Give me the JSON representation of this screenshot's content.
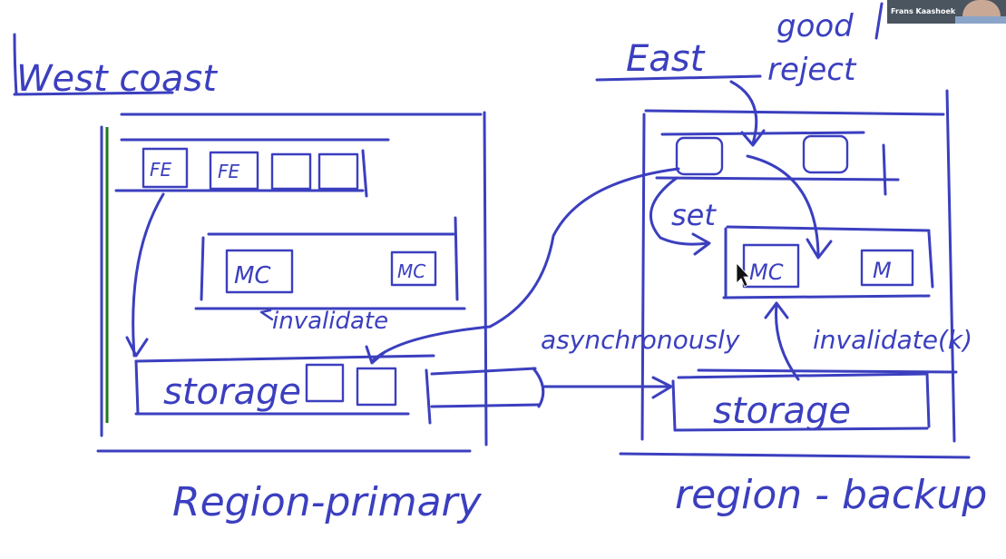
{
  "video": {
    "participant_name": "Frans Kaashoek"
  },
  "whiteboard": {
    "west_label": "West coast",
    "east_label": "East",
    "annotation_good": "good",
    "annotation_reject": "reject",
    "set_label": "set",
    "invalidate_label": "invalidate",
    "async_label": "asynchronously",
    "invalidate_k_label": "invalidate(k)",
    "west_fe1": "FE",
    "west_fe2": "FE",
    "west_mc1": "MC",
    "west_mc2": "MC",
    "east_mc1": "MC",
    "east_mc2": "M",
    "west_storage": "storage",
    "east_storage": "storage",
    "west_region": "Region-primary",
    "east_region": "region - backup"
  },
  "colors": {
    "ink": "#3b3fbf",
    "accent_bar": "#1e7a1e"
  }
}
